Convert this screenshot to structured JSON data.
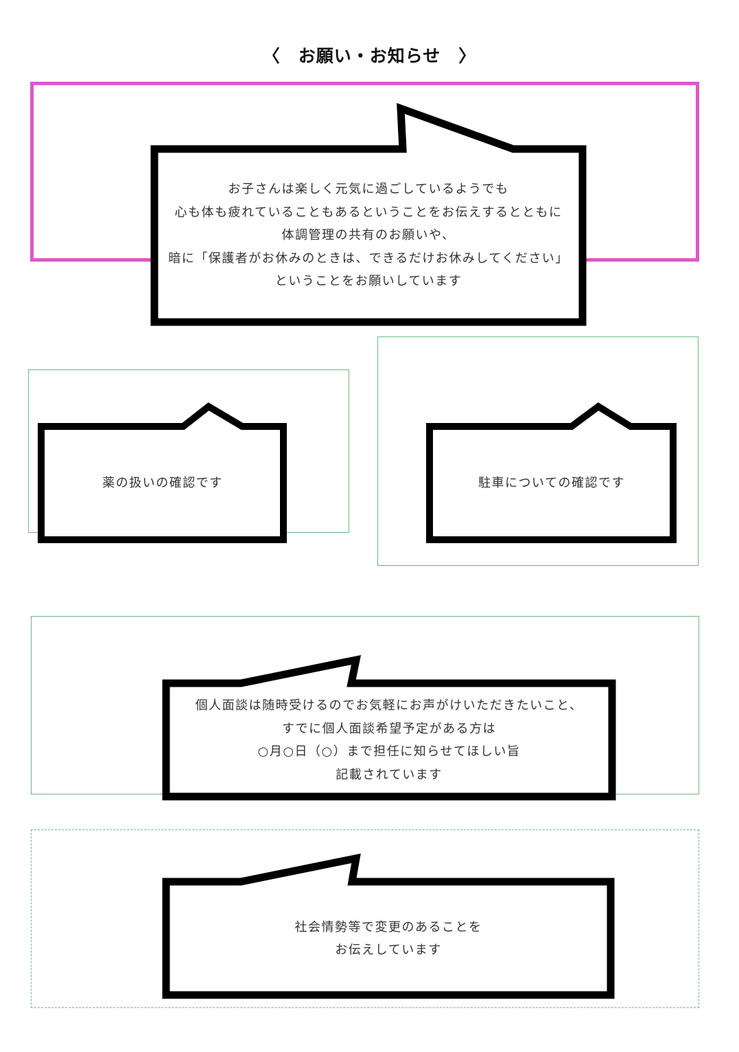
{
  "page_title": "〈　お願い・お知らせ　〉",
  "colors": {
    "pink_frame": "#e056c8",
    "green_frame": "#6ab97e",
    "bubble_border": "#000000",
    "text": "#333333"
  },
  "bubbles": {
    "health": {
      "lines": [
        "お子さんは楽しく元気に過ごしているようでも",
        "心も体も疲れていることもあるということをお伝えするとともに",
        "体調管理の共有のお願いや、",
        "暗に「保護者がお休みのときは、できるだけお休みしてください」",
        "ということをお願いしています"
      ]
    },
    "medicine": {
      "lines": [
        "薬の扱いの確認です"
      ]
    },
    "parking": {
      "lines": [
        "駐車についての確認です"
      ]
    },
    "interview": {
      "lines": [
        "個人面談は随時受けるのでお気軽にお声がけいただきたいこと、",
        "すでに個人面談希望予定がある方は",
        "○月○日（○）まで担任に知らせてほしい旨",
        "記載されています"
      ]
    },
    "social": {
      "lines": [
        "社会情勢等で変更のあることを",
        "お伝えしています"
      ]
    }
  }
}
